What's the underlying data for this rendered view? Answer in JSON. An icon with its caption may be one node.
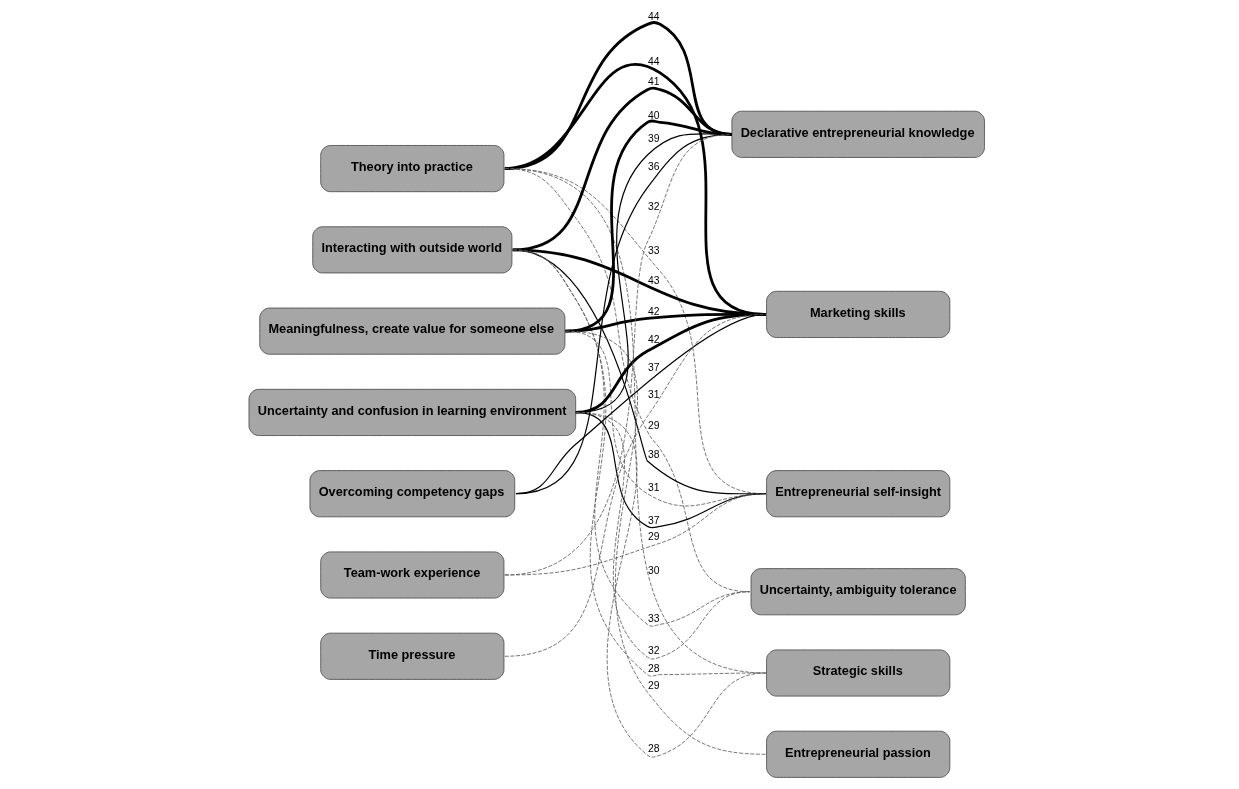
{
  "diagram": {
    "nodes": [
      {
        "text": [
          "Theory into practice"
        ]
      },
      {
        "text": [
          "Interacting with outside world"
        ]
      },
      {
        "text": [
          "Meaningfulness, create value for someone else"
        ]
      },
      {
        "text": [
          "Uncertainty and confusion in learning environment"
        ]
      },
      {
        "text": [
          "Overcoming competency gaps"
        ]
      },
      {
        "text": [
          "Team-work experience"
        ]
      },
      {
        "text": [
          "Time pressure"
        ]
      },
      {
        "text": [
          "Declarative entrepreneurial knowledge"
        ]
      },
      {
        "text": [
          "Marketing skills"
        ]
      },
      {
        "text": [
          "Entrepreneurial self-insight"
        ]
      },
      {
        "text": [
          "Uncertainty, ambiguity tolerance"
        ]
      },
      {
        "text": [
          "Strategic skills"
        ]
      },
      {
        "text": [
          "Entrepreneurial passion"
        ]
      }
    ],
    "edges": [
      {
        "from": 0,
        "to": 7,
        "arrow": "none",
        "label": "44",
        "style": "thick"
      },
      {
        "from": 0,
        "to": 8,
        "arrow": "none",
        "label": "44",
        "style": "thick"
      },
      {
        "from": 0,
        "to": 9,
        "arrow": "none",
        "label": "33",
        "style": "dashed"
      },
      {
        "from": 0,
        "to": 10,
        "arrow": "none",
        "label": "29",
        "style": "dashed"
      },
      {
        "from": 0,
        "to": 11,
        "arrow": "none",
        "label": "30",
        "style": "dashed"
      },
      {
        "from": 1,
        "to": 7,
        "arrow": "none",
        "label": "41",
        "style": "thick"
      },
      {
        "from": 1,
        "to": 8,
        "arrow": "none",
        "label": "43",
        "style": "thick"
      },
      {
        "from": 1,
        "to": 9,
        "arrow": "none",
        "label": "38"
      },
      {
        "from": 1,
        "to": 10,
        "arrow": "none",
        "label": "33",
        "style": "dashed"
      },
      {
        "from": 1,
        "to": 11,
        "arrow": "none",
        "label": "28",
        "style": "dashed"
      },
      {
        "from": 2,
        "to": 7,
        "arrow": "none",
        "label": "40",
        "style": "thick"
      },
      {
        "from": 2,
        "to": 8,
        "arrow": "none",
        "label": "42",
        "style": "thick"
      },
      {
        "from": 2,
        "to": 9,
        "arrow": "none",
        "label": "31",
        "style": "dashed"
      },
      {
        "from": 2,
        "to": 12,
        "arrow": "none",
        "label": "29",
        "style": "dashed"
      },
      {
        "from": 3,
        "to": 7,
        "arrow": "none",
        "label": "39"
      },
      {
        "from": 3,
        "to": 8,
        "arrow": "none",
        "label": "42",
        "style": "thick"
      },
      {
        "from": 3,
        "to": 9,
        "arrow": "none",
        "label": "37"
      },
      {
        "from": 3,
        "to": 10,
        "arrow": "none",
        "label": "32",
        "style": "dashed"
      },
      {
        "from": 3,
        "to": 11,
        "arrow": "none",
        "label": "28",
        "style": "dashed"
      },
      {
        "from": 4,
        "to": 7,
        "arrow": "none",
        "label": "36"
      },
      {
        "from": 4,
        "to": 8,
        "arrow": "none",
        "label": "37"
      },
      {
        "from": 5,
        "to": 7,
        "arrow": "none",
        "label": "32",
        "style": "dashed"
      },
      {
        "from": 5,
        "to": 9,
        "arrow": "none",
        "label": "29",
        "style": "dashed"
      },
      {
        "from": 6,
        "to": 8,
        "arrow": "none",
        "label": "31",
        "style": "dashed"
      }
    ]
  }
}
